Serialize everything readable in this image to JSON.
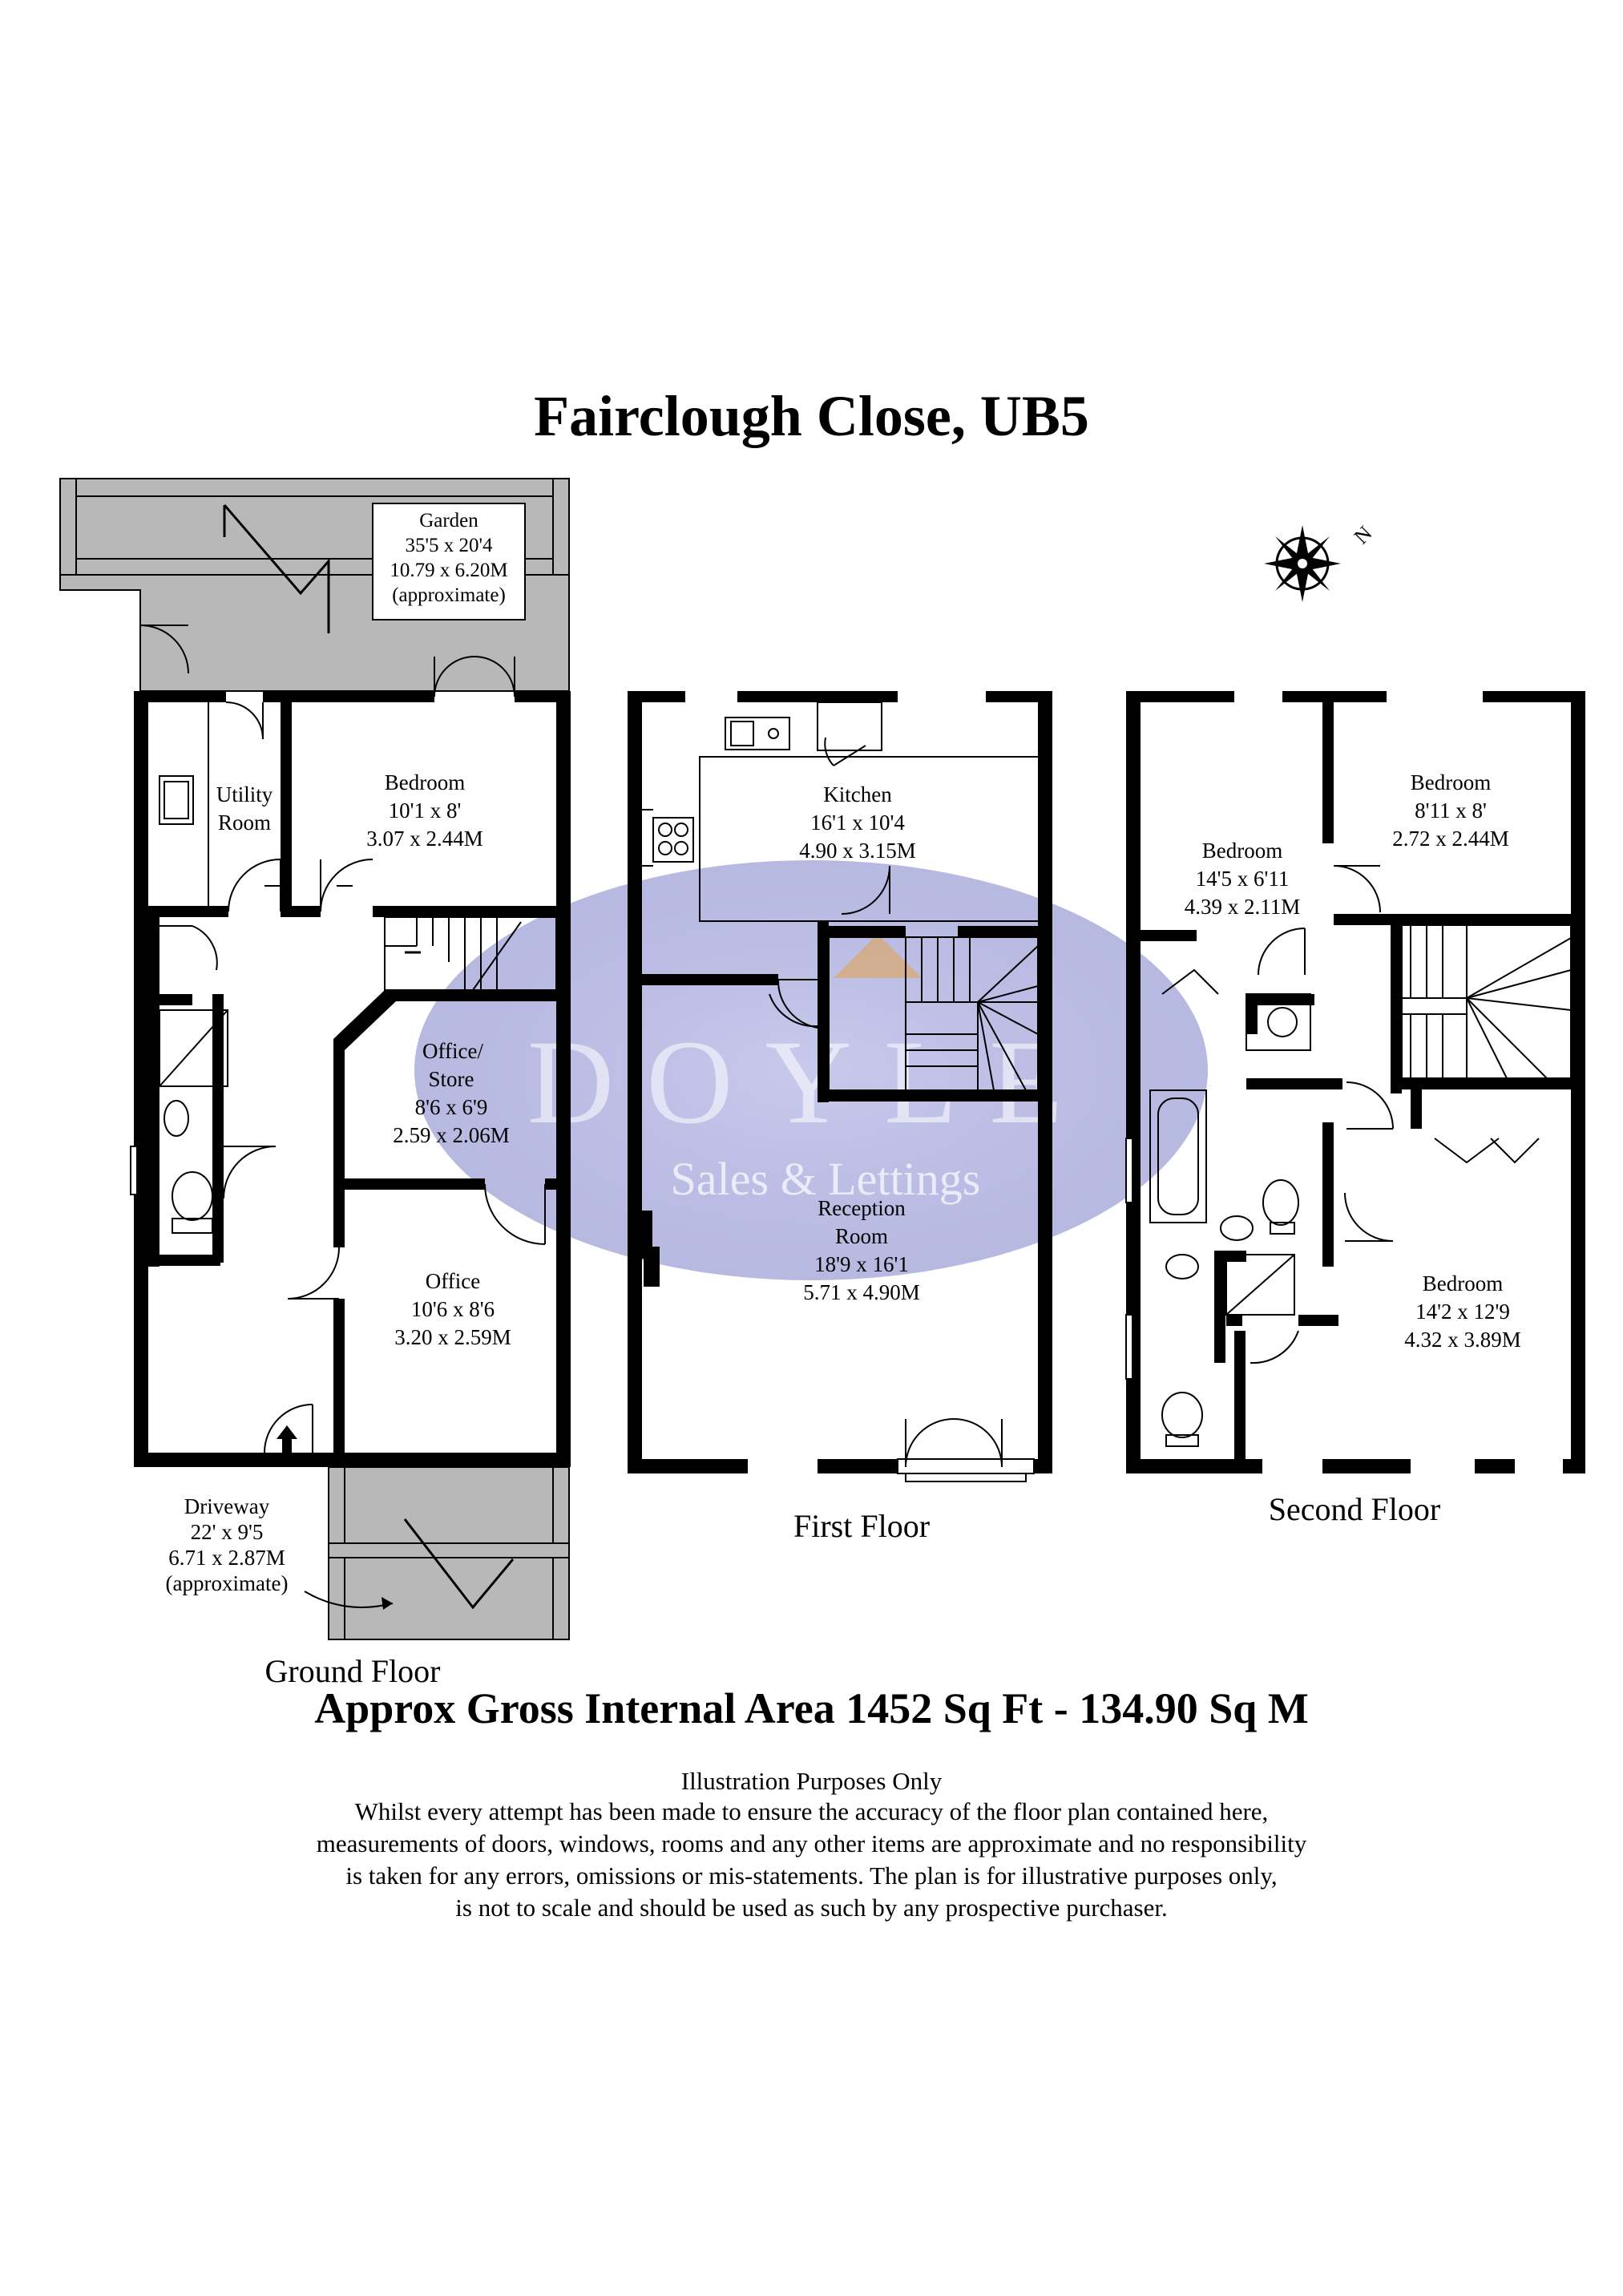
{
  "title": "Fairclough Close, UB5",
  "watermark": {
    "name": "DOYLE",
    "tagline": "Sales & Lettings"
  },
  "compass": {
    "label": "N"
  },
  "floors": {
    "ground": {
      "label": "Ground Floor",
      "rooms": {
        "garden": {
          "name": "Garden",
          "imperial": "35'5 x 20'4",
          "metric": "10.79 x 6.20M",
          "note": "(approximate)"
        },
        "utility": {
          "name1": "Utility",
          "name2": "Room"
        },
        "bedroom": {
          "name": "Bedroom",
          "imperial": "10'1 x 8'",
          "metric": "3.07 x 2.44M"
        },
        "office_store": {
          "name1": "Office/",
          "name2": "Store",
          "imperial": "8'6 x 6'9",
          "metric": "2.59 x 2.06M"
        },
        "office": {
          "name": "Office",
          "imperial": "10'6 x 8'6",
          "metric": "3.20 x 2.59M"
        },
        "driveway": {
          "name": "Driveway",
          "imperial": "22' x 9'5",
          "metric": "6.71 x 2.87M",
          "note": "(approximate)"
        }
      }
    },
    "first": {
      "label": "First Floor",
      "rooms": {
        "kitchen": {
          "name": "Kitchen",
          "imperial": "16'1 x 10'4",
          "metric": "4.90 x 3.15M"
        },
        "reception": {
          "name1": "Reception",
          "name2": "Room",
          "imperial": "18'9 x 16'1",
          "metric": "5.71 x 4.90M"
        }
      }
    },
    "second": {
      "label": "Second Floor",
      "rooms": {
        "bedroom_a": {
          "name": "Bedroom",
          "imperial": "14'5 x 6'11",
          "metric": "4.39 x 2.11M"
        },
        "bedroom_b": {
          "name": "Bedroom",
          "imperial": "8'11 x 8'",
          "metric": "2.72 x 2.44M"
        },
        "bedroom_c": {
          "name": "Bedroom",
          "imperial": "14'2 x 12'9",
          "metric": "4.32 x 3.89M"
        }
      }
    }
  },
  "area": "Approx Gross Internal Area  1452 Sq Ft  - 134.90 Sq M",
  "disclaimer": {
    "heading": "Illustration Purposes Only",
    "lines": [
      "Whilst every attempt has been made to ensure the accuracy of the floor plan contained here,",
      "measurements of doors, windows, rooms and any other items are approximate and no responsibility",
      "is taken for any errors, omissions or mis-statements. The plan is for illustrative purposes only,",
      "is not to scale and should be used as such by any prospective purchaser."
    ]
  },
  "colors": {
    "wall": "#000000",
    "outdoor": "#b8b8b8",
    "watermark": "#7c80c8",
    "watermark_accent": "#e3a24a"
  }
}
